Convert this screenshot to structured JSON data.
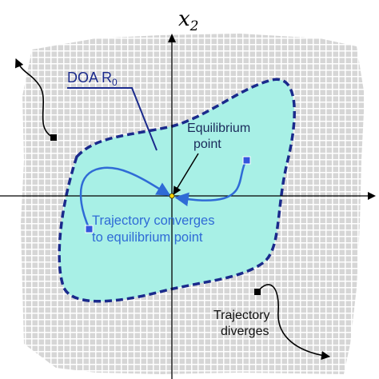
{
  "axis": {
    "y_label": "x",
    "y_label_sub": "2"
  },
  "doa": {
    "label_main": "DOA R",
    "label_sub": "0",
    "fill_color": "#a8f0e6",
    "border_color": "#1a2a8c"
  },
  "equilibrium": {
    "line1": "Equilibrium",
    "line2": "point"
  },
  "converge_text": {
    "line1": "Trajectory converges",
    "line2": "to equilibrium point",
    "color": "#2f6bd6"
  },
  "diverge_text": {
    "line1": "Trajectory",
    "line2": "diverges"
  },
  "grid_color": "#d6d6d6"
}
